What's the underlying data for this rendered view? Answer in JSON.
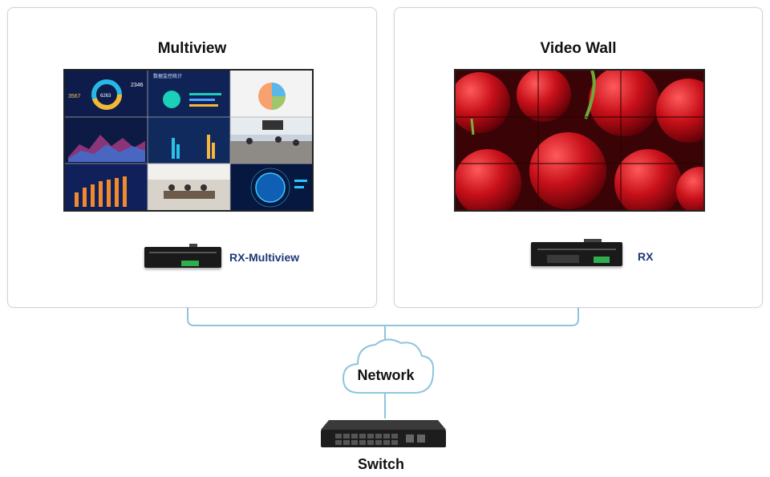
{
  "panels": {
    "left_title": "Multiview",
    "right_title": "Video Wall"
  },
  "devices": {
    "rx_multiview_label": "RX-Multiview",
    "rx_label": "RX"
  },
  "network": {
    "cloud_label": "Network",
    "switch_label": "Switch"
  },
  "multiview_screen": {
    "title": "数据监控统计",
    "kpi_1": "3567",
    "kpi_2": "6263",
    "kpi_3": "2346"
  },
  "colors": {
    "cable": "#8ec5dd",
    "label_blue": "#1e3a78",
    "panel_border": "#cfd3d8"
  }
}
